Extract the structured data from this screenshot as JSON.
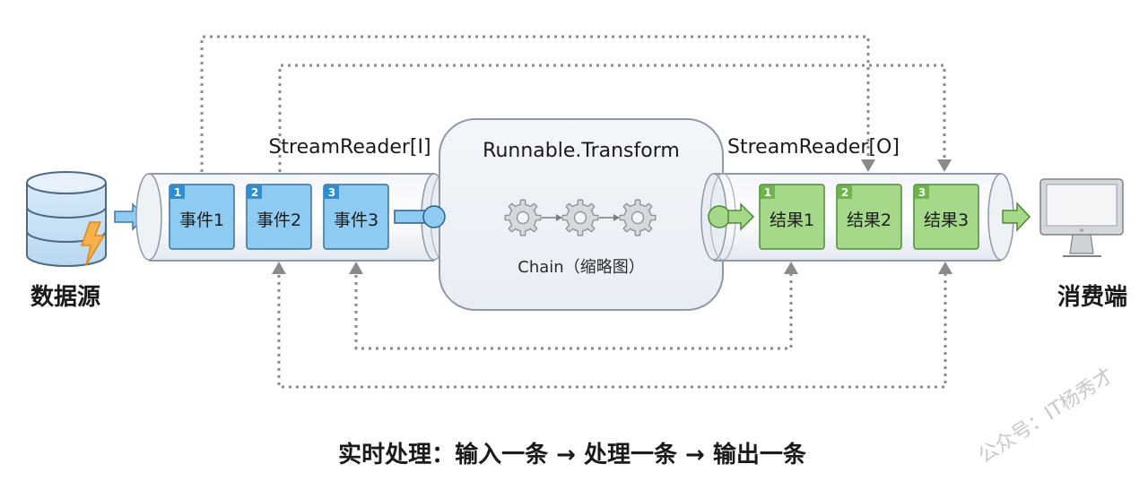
{
  "source": {
    "label": "数据源",
    "icon": "database-lightning-icon"
  },
  "consumer": {
    "label": "消费端",
    "icon": "monitor-icon"
  },
  "input_stream": {
    "label": "StreamReader[I]",
    "items": [
      {
        "badge": "1",
        "label": "事件1"
      },
      {
        "badge": "2",
        "label": "事件2"
      },
      {
        "badge": "3",
        "label": "事件3"
      }
    ],
    "color": "#8ecbf2",
    "badge_color": "#2b8fd6"
  },
  "transform": {
    "title": "Runnable.Transform",
    "chain_label": "Chain（缩略图）",
    "gears": [
      "gear-icon",
      "gear-icon",
      "gear-icon"
    ]
  },
  "output_stream": {
    "label": "StreamReader[O]",
    "items": [
      {
        "badge": "1",
        "label": "结果1"
      },
      {
        "badge": "2",
        "label": "结果2"
      },
      {
        "badge": "3",
        "label": "结果3"
      }
    ],
    "color": "#a6d889",
    "badge_color": "#6cb64a"
  },
  "caption": "实时处理：输入一条 → 处理一条 → 输出一条",
  "watermark": "公众号：IT杨秀才"
}
